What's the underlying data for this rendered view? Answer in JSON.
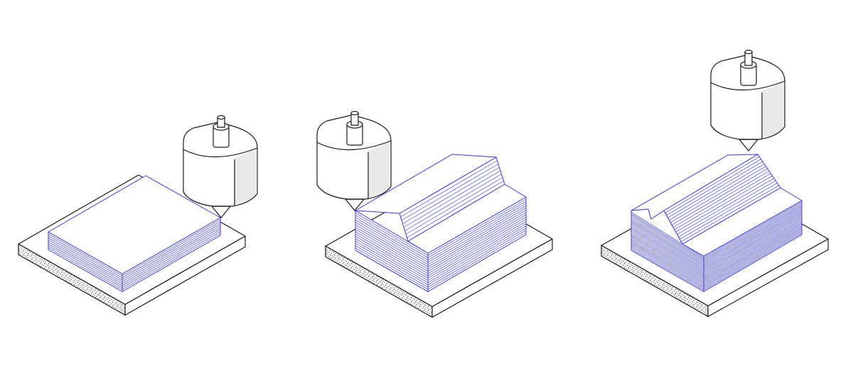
{
  "figure": {
    "description_stages": 3,
    "colors": {
      "outline": "#1a1a1a",
      "part_edge": "#3b3bd6",
      "layer_lines": "#4a4ae0",
      "nozzle_shade": "#e9e9e9",
      "background": "#ffffff"
    },
    "stages": [
      {
        "id": "stage-1",
        "part_shape": "flat-slab",
        "layers_visible": 9
      },
      {
        "id": "stage-2",
        "part_shape": "stepped",
        "layers_visible": 17
      },
      {
        "id": "stage-3",
        "part_shape": "peaked",
        "layers_visible": 26
      }
    ]
  }
}
